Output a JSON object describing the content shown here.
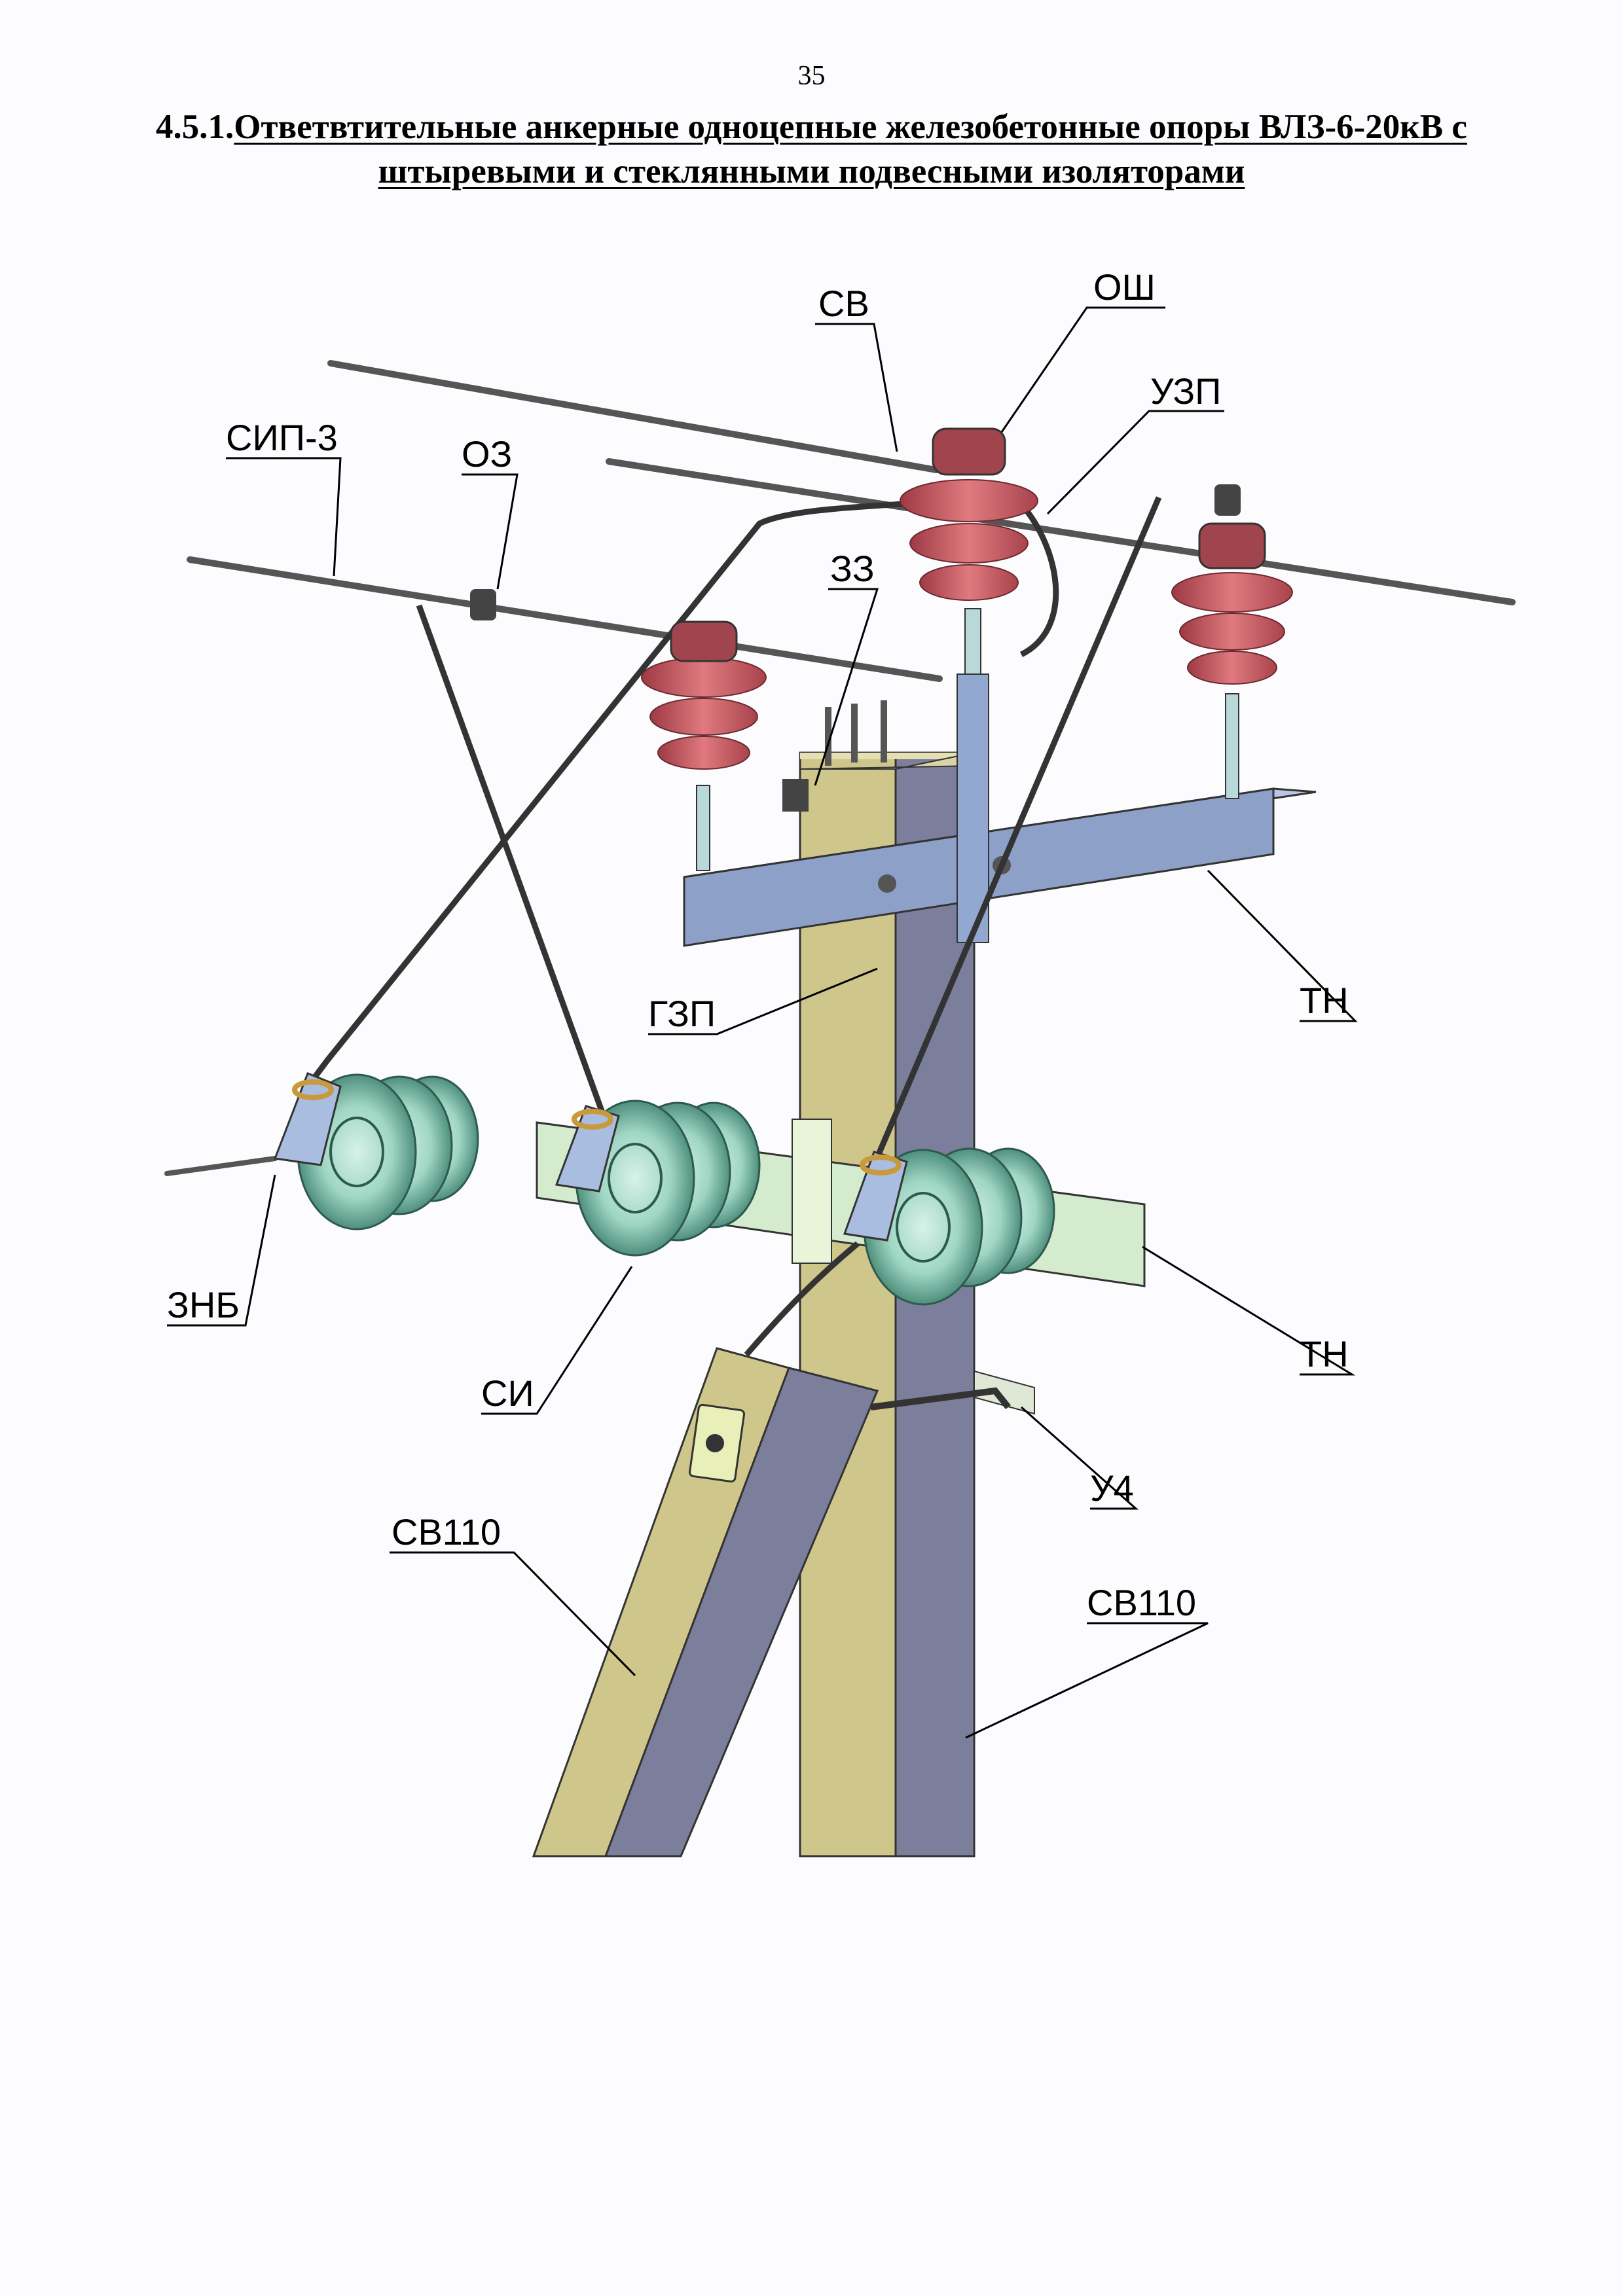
{
  "page_number": "35",
  "title": {
    "section_number": "4.5.1.",
    "line1": "Ответвтительные анкерные одноцепные железобетонные опоры ВЛЗ-6-20кВ с",
    "line2": "штыревыми и стеклянными подвесными изоляторами"
  },
  "callouts": {
    "sv": "СВ",
    "osh": "ОШ",
    "uzp": "УЗП",
    "sip3": "СИП-3",
    "oz": "ОЗ",
    "zz": "ЗЗ",
    "gzp": "ГЗП",
    "tn_upper": "ТН",
    "znb": "ЗНБ",
    "si": "СИ",
    "tn_lower": "ТН",
    "u4": "У4",
    "sv110_left": "СВ110",
    "sv110_right": "СВ110"
  },
  "colors": {
    "concrete_light": "#cfc68c",
    "concrete_dark": "#7b7f9b",
    "pin_insulator": "#c9545e",
    "glass_insulator": "#9fd6c3",
    "crossarm_upper": "#8da0c8",
    "crossarm_lower": "#d4eccd"
  }
}
